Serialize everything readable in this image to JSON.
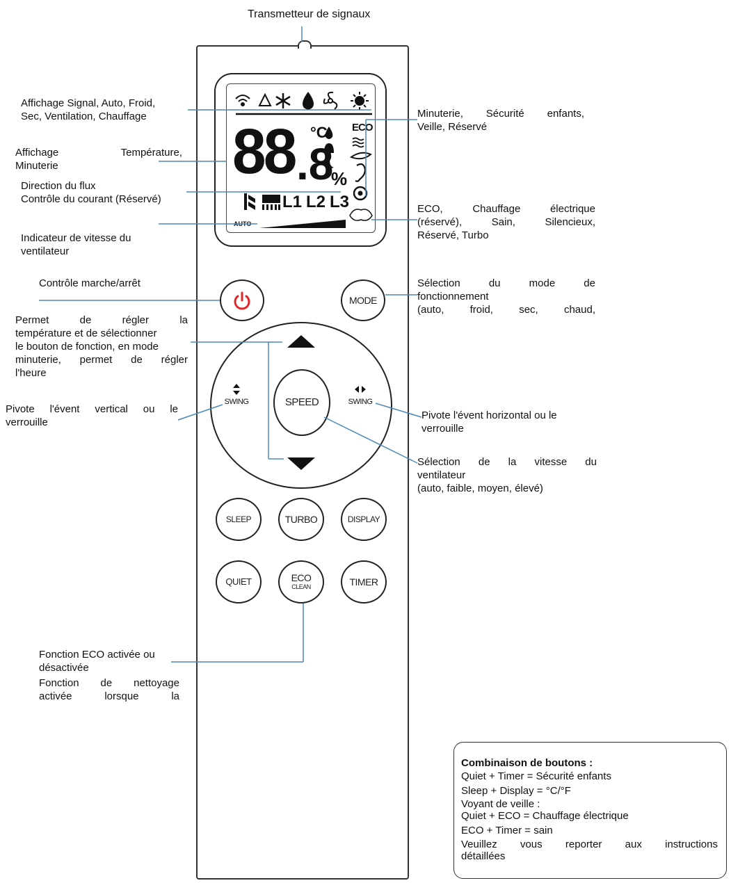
{
  "title": "Transmetteur de signaux",
  "labels": {
    "display_modes": [
      "Affichage Signal, Auto, Froid,",
      "Sec, Ventilation, Chauffage"
    ],
    "display_temp": [
      "Affichage Température,",
      "Minuterie"
    ],
    "airflow": [
      "Direction du flux",
      "Contrôle du courant (Réservé)"
    ],
    "fan_indicator": [
      "Indicateur de vitesse du",
      "ventilateur"
    ],
    "power_ctrl": "Contrôle marche/arrêt",
    "adjust_temp": [
      "Permet de régler la",
      "température et de sélectionner",
      "le bouton de fonction, en mode",
      "minuterie, permet de régler",
      "l'heure"
    ],
    "swing_vertical": [
      "Pivote l'évent vertical ou le",
      "verrouille"
    ],
    "eco_function": [
      "Fonction ECO activée ou",
      "désactivée",
      "Fonction de nettoyage",
      "activée lorsque la"
    ],
    "timer_lock": [
      "Minuterie, Sécurité enfants,",
      "Veille, Réservé"
    ],
    "eco_heat": [
      "ECO, Chauffage électrique",
      "(réservé), Sain, Silencieux,",
      "Réservé, Turbo"
    ],
    "mode_select": [
      "Sélection du mode de",
      "fonctionnement",
      "(auto, froid, sec, chaud,"
    ],
    "swing_horizontal": [
      "Pivote l'évent horizontal ou le",
      "verrouille"
    ],
    "speed_select": [
      "Sélection de la vitesse du",
      "ventilateur",
      "(auto, faible, moyen, élevé)"
    ]
  },
  "lcd": {
    "digits": "88",
    "decimal_digit": ".8",
    "unit": "°C",
    "percent": "%",
    "eco": "ECO",
    "levels": [
      "L1",
      "L2",
      "L3"
    ],
    "auto": "AUTO"
  },
  "buttons": {
    "power": "power-icon",
    "mode": "MODE",
    "speed": "SPEED",
    "swing_left": "SWING",
    "swing_right": "SWING",
    "sleep": "SLEEP",
    "turbo": "TURBO",
    "display": "DISPLAY",
    "quiet": "QUIET",
    "eco": "ECO",
    "eco_sub": "CLEAN",
    "timer": "TIMER"
  },
  "combo": {
    "heading": "Combinaison de boutons :",
    "lines": [
      "Quiet + Timer = Sécurité enfants",
      "Sleep + Display = °C/°F",
      "Voyant de veille :",
      "Quiet + ECO = Chauffage électrique",
      "ECO + Timer = sain"
    ],
    "last": [
      "Veuillez vous reporter aux instructions",
      "détaillées"
    ]
  },
  "colors": {
    "power_red": "#e0262b",
    "line": "#4a88b8",
    "outline": "#222222"
  }
}
